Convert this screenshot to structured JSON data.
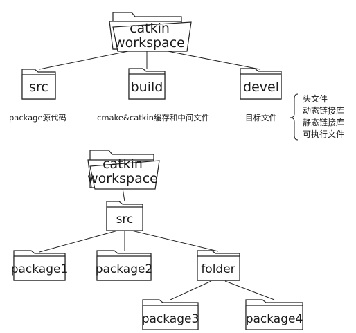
{
  "diagram1": {
    "root": "catkin workspace",
    "children": [
      {
        "name": "src",
        "caption": "package源代码"
      },
      {
        "name": "build",
        "caption": "cmake&catkin缓存和中间文件"
      },
      {
        "name": "devel",
        "caption": "目标文件"
      }
    ],
    "devel_contents": [
      "头文件",
      "动态链接库",
      "静态链接库",
      "可执行文件"
    ]
  },
  "diagram2": {
    "root": "catkin workspace",
    "src": "src",
    "children": [
      "package1",
      "package2",
      "folder"
    ],
    "folder_children": [
      "package3",
      "package4"
    ]
  }
}
